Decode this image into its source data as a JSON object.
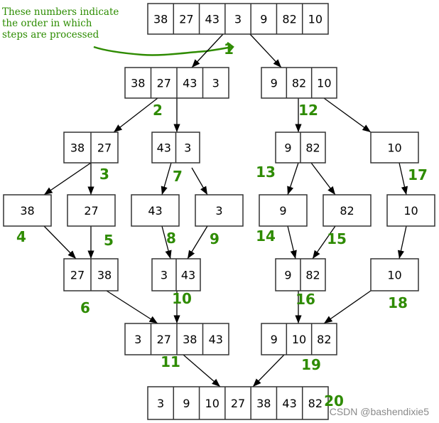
{
  "annotation": {
    "line1": "These numbers indicate",
    "line2": "the order in which",
    "line3": "steps are processed"
  },
  "watermark": "CSDN @bashendixie5",
  "colors": {
    "step": "#2e8b00",
    "box": "#000000",
    "watermark": "#8a8a8a"
  },
  "nodes": [
    {
      "id": "n0",
      "values": [
        38,
        27,
        43,
        3,
        9,
        82,
        10
      ]
    },
    {
      "id": "n1",
      "values": [
        38,
        27,
        43,
        3
      ]
    },
    {
      "id": "n2",
      "values": [
        9,
        82,
        10
      ]
    },
    {
      "id": "n3",
      "values": [
        38,
        27
      ]
    },
    {
      "id": "n4",
      "values": [
        43,
        3
      ]
    },
    {
      "id": "n5",
      "values": [
        9,
        82
      ]
    },
    {
      "id": "n6",
      "values": [
        10
      ]
    },
    {
      "id": "n7",
      "values": [
        38
      ]
    },
    {
      "id": "n8",
      "values": [
        27
      ]
    },
    {
      "id": "n9",
      "values": [
        43
      ]
    },
    {
      "id": "n10",
      "values": [
        3
      ]
    },
    {
      "id": "n11",
      "values": [
        9
      ]
    },
    {
      "id": "n12",
      "values": [
        82
      ]
    },
    {
      "id": "n13",
      "values": [
        10
      ]
    },
    {
      "id": "n14",
      "values": [
        27,
        38
      ]
    },
    {
      "id": "n15",
      "values": [
        3,
        43
      ]
    },
    {
      "id": "n16",
      "values": [
        9,
        82
      ]
    },
    {
      "id": "n17",
      "values": [
        10
      ]
    },
    {
      "id": "n18",
      "values": [
        3,
        27,
        38,
        43
      ]
    },
    {
      "id": "n19",
      "values": [
        9,
        10,
        82
      ]
    },
    {
      "id": "n20",
      "values": [
        3,
        9,
        10,
        27,
        38,
        43,
        82
      ]
    }
  ],
  "steps": [
    "1",
    "2",
    "3",
    "4",
    "5",
    "6",
    "7",
    "8",
    "9",
    "10",
    "11",
    "12",
    "13",
    "14",
    "15",
    "16",
    "17",
    "18",
    "19",
    "20"
  ]
}
